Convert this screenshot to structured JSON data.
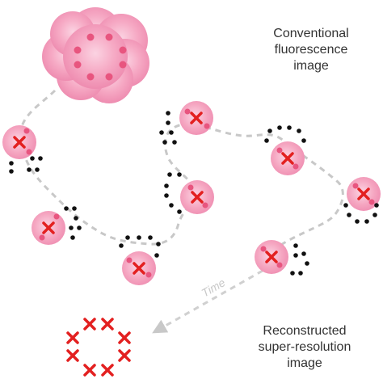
{
  "labels": {
    "conventional": [
      "Conventional",
      "fluorescence",
      "image"
    ],
    "reconstructed": [
      "Reconstructed",
      "super-resolution",
      "image"
    ],
    "time": "Time"
  },
  "colors": {
    "blob_fill": "#f6a9c4",
    "blob_core": "#f27fa7",
    "dot_pink": "#e8557f",
    "marker_red": "#e32020",
    "path_gray": "#c8c8c8",
    "black_dot": "#111111",
    "text": "#333333"
  }
}
